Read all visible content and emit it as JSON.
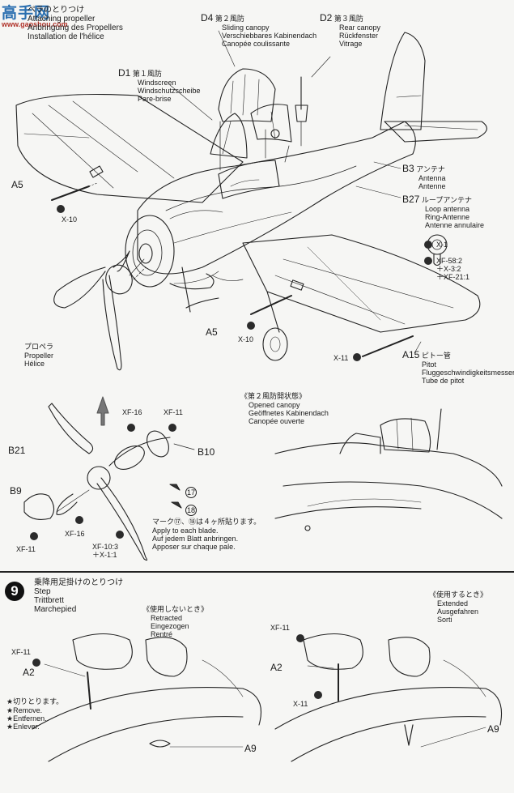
{
  "watermark": {
    "site_chars": "高手网",
    "site_url": "www.gaoshou.com"
  },
  "step8": {
    "title_lines": [
      "ペラのとりつけ",
      "Attaching propeller",
      "Anbringung des Propellers",
      "Installation de l'hélice"
    ]
  },
  "parts": {
    "d4": {
      "code": "D4",
      "jp": "第２風防",
      "lines": [
        "Sliding canopy",
        "Verschiebbares Kabinendach",
        "Canopée coulissante"
      ]
    },
    "d2": {
      "code": "D2",
      "jp": "第３風防",
      "lines": [
        "Rear canopy",
        "Rückfenster",
        "Vitrage"
      ]
    },
    "d1": {
      "code": "D1",
      "jp": "第１風防",
      "lines": [
        "Windscreen",
        "Windschutzscheibe",
        "Pare-brise"
      ]
    },
    "b3": {
      "code": "B3",
      "jp": "アンテナ",
      "lines": [
        "Antenna",
        "Antenne",
        "Antenne"
      ]
    },
    "b27": {
      "code": "B27",
      "jp": "ループアンテナ",
      "lines": [
        "Loop antenna",
        "Ring-Antenne",
        "Antenne annulaire"
      ]
    },
    "a15": {
      "code": "A15",
      "jp": "ピトー管",
      "lines": [
        "Pitot",
        "Fluggeschwindigkeitsmesser",
        "Tube de pitot"
      ]
    },
    "propeller": {
      "jp": "プロペラ",
      "lines": [
        "Propeller",
        "Hélice"
      ]
    },
    "a5_top": "A5",
    "a5_bottom": "A5",
    "x10_top": "X-10",
    "x10_bottom": "X-10",
    "x11_pitot": "X-11",
    "b21": "B21",
    "b9": "B9",
    "b10": "B10",
    "xf16_top": "XF-16",
    "xf11_top": "XF-11",
    "xf11_bottom": "XF-11",
    "xf16_bottom": "XF-16",
    "xf10_mix": [
      "XF-10:3",
      "＋X-1:1"
    ]
  },
  "paint_key": {
    "x1": "X-1",
    "mix": [
      "XF-58:2",
      "＋X-3:2",
      "＋XF-21:1"
    ]
  },
  "decal_note": {
    "marks": [
      "17",
      "18"
    ],
    "jp": "マーク⑰、⑱は４ヶ所貼ります。",
    "lines": [
      "Apply to each blade.",
      "Auf jedem Blatt anbringen.",
      "Apposer sur chaque pale."
    ]
  },
  "opened_canopy": {
    "jp": "《第２風防開状態》",
    "lines": [
      "Opened canopy",
      "Geöffnetes Kabinendach",
      "Canopée ouverte"
    ]
  },
  "step9": {
    "number": "9",
    "jp": "乗降用足掛けのとりつけ",
    "lines": [
      "Step",
      "Trittbrett",
      "Marchepied"
    ],
    "retracted": {
      "jp": "《使用しないとき》",
      "lines": [
        "Retracted",
        "Eingezogen",
        "Rentré"
      ]
    },
    "extended": {
      "jp": "《使用するとき》",
      "lines": [
        "Extended",
        "Ausgefahren",
        "Sorti"
      ]
    },
    "cut_note": {
      "jp": "★切りとります。",
      "lines": [
        "★Remove.",
        "★Entfernen.",
        "★Enlever."
      ]
    },
    "left_labels": {
      "xf11": "XF-11",
      "a2": "A2",
      "a9": "A9"
    },
    "right_labels": {
      "xf11": "XF-11",
      "a2": "A2",
      "x11": "X-11",
      "a9": "A9"
    }
  }
}
